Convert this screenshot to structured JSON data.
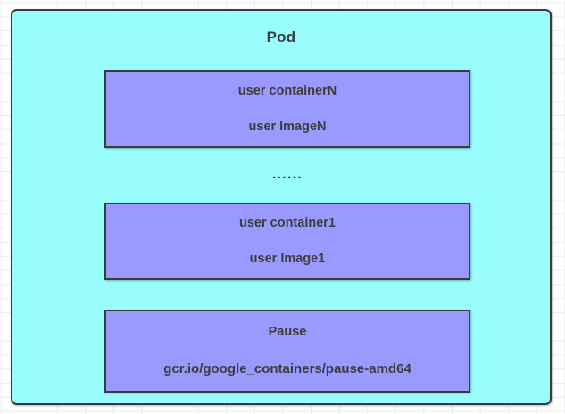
{
  "diagram": {
    "title": "Pod",
    "colors": {
      "pod_fill": "#99fdfd",
      "container_fill": "#9a99fd",
      "stroke": "#3a3a3a",
      "text": "#3d3d3d",
      "canvas": "#ffffff",
      "grid_minor": "#ededed",
      "grid_major": "#dcdcdc"
    },
    "containers": [
      {
        "id": "containerN",
        "name_label": "user containerN",
        "image_label": "user ImageN"
      },
      {
        "id": "container1",
        "name_label": "user container1",
        "image_label": "user Image1"
      },
      {
        "id": "pause",
        "name_label": "Pause",
        "image_label": "gcr.io/google_containers/pause-amd64"
      }
    ],
    "ellipsis": "......"
  }
}
